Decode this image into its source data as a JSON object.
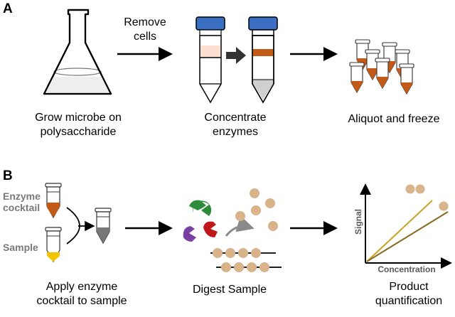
{
  "panel_a": {
    "letter": "A",
    "arrow_label_line1": "Remove",
    "arrow_label_line2": "cells",
    "step1_line1": "Grow microbe on",
    "step1_line2": "polysaccharide",
    "step2_line1": "Concentrate",
    "step2_line2": "enzymes",
    "step3": "Aliquot and freeze"
  },
  "panel_b": {
    "letter": "B",
    "enzyme_label_line1": "Enzyme",
    "enzyme_label_line2": "cocktail",
    "sample_label": "Sample",
    "step1_line1": "Apply enzyme",
    "step1_line2": "cocktail to sample",
    "step2": "Digest Sample",
    "step3_line1": "Product",
    "step3_line2": "quantification",
    "y_axis": "Signal",
    "x_axis": "Concentration"
  },
  "colors": {
    "cap_blue": "#3a6fc4",
    "enzyme_brown": "#c45a18",
    "sample_yellow": "#f5c400",
    "bead_tan": "#d9b48a",
    "line_gold": "#c9a227",
    "line_olive": "#8a6a1e",
    "enzyme_green": "#2e8b3a",
    "enzyme_purple": "#7a3fa0",
    "enzyme_red": "#c01818"
  }
}
